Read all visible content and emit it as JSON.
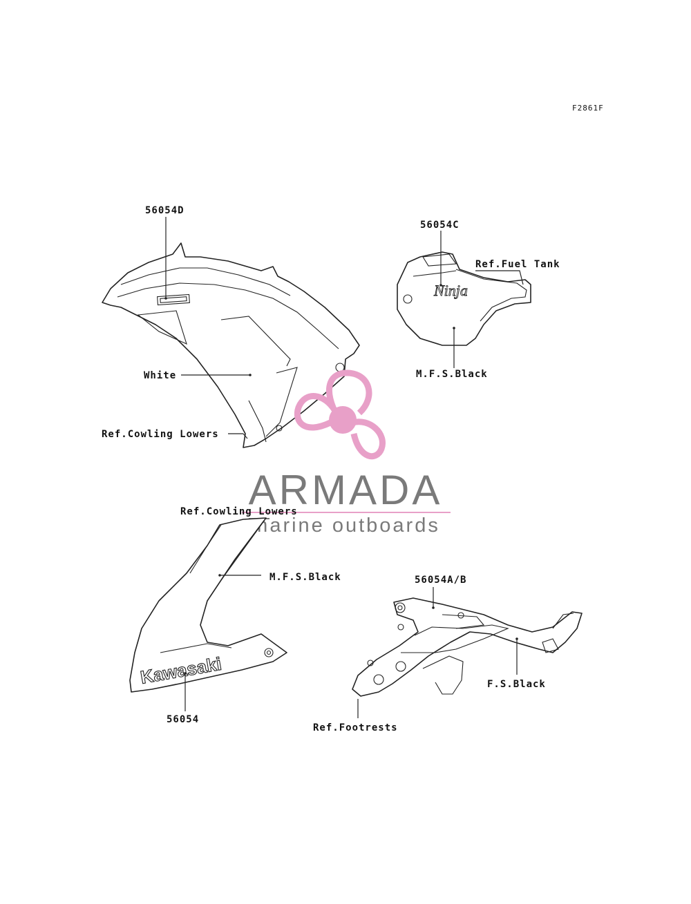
{
  "diagram_code": "F2861F",
  "labels": {
    "p56054d": "56054D",
    "white": "White",
    "ref_cowling_lowers_1": "Ref.Cowling Lowers",
    "p56054c": "56054C",
    "ref_fuel_tank": "Ref.Fuel Tank",
    "mfs_black_1": "M.F.S.Black",
    "ref_cowling_lowers_2": "Ref.Cowling Lowers",
    "mfs_black_2": "M.F.S.Black",
    "p56054": "56054",
    "p56054ab": "56054A/B",
    "fs_black": "F.S.Black",
    "ref_footrests": "Ref.Footrests"
  },
  "decal_text": {
    "ninja": "Ninja",
    "kawasaki": "Kawasaki"
  },
  "watermark": {
    "name": "ARMADA",
    "tagline": "marine outboards",
    "accent_color": "#e8a0c8",
    "text_color": "#7a7a7a"
  }
}
